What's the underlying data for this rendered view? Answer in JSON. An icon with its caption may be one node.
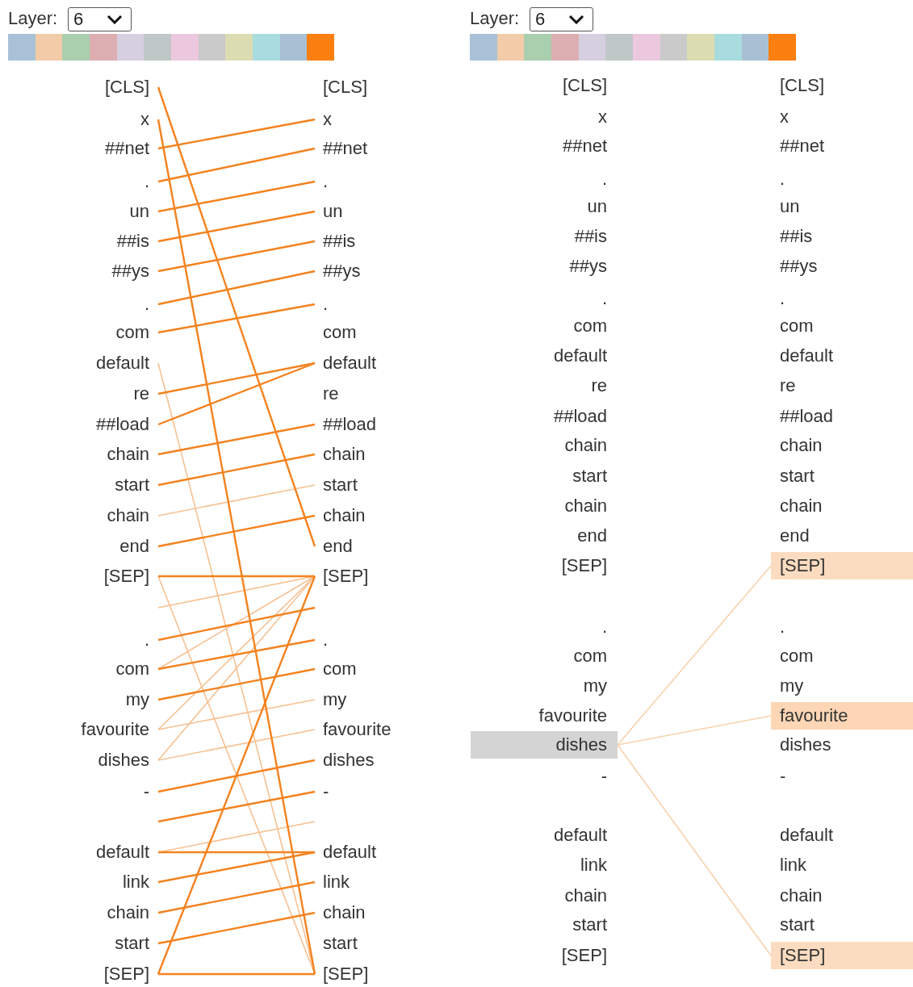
{
  "diagram": {
    "nodes": [
      {
        "text": [
          "[CLS]"
        ]
      },
      {
        "text": [
          "x"
        ]
      },
      {
        "text": [
          "##net"
        ]
      },
      {
        "text": [
          "."
        ]
      },
      {
        "text": [
          "un"
        ]
      },
      {
        "text": [
          "##is"
        ]
      },
      {
        "text": [
          "##ys"
        ]
      },
      {
        "text": [
          "."
        ]
      },
      {
        "text": [
          "com"
        ]
      },
      {
        "text": [
          "default"
        ]
      },
      {
        "text": [
          "re"
        ]
      },
      {
        "text": [
          "##load"
        ]
      },
      {
        "text": [
          "chain"
        ]
      },
      {
        "text": [
          "start"
        ]
      },
      {
        "text": [
          "chain"
        ]
      },
      {
        "text": [
          "end"
        ]
      },
      {
        "text": [
          "[SEP]"
        ]
      },
      {
        "text": [
          "."
        ]
      },
      {
        "text": [
          "com"
        ]
      },
      {
        "text": [
          "my"
        ]
      },
      {
        "text": [
          "favourite"
        ]
      },
      {
        "text": [
          "dishes"
        ]
      },
      {
        "text": [
          "-"
        ]
      },
      {
        "text": [
          "default"
        ]
      },
      {
        "text": [
          "link"
        ]
      },
      {
        "text": [
          "chain"
        ]
      },
      {
        "text": [
          "start"
        ]
      },
      {
        "text": [
          "[SEP]"
        ]
      },
      {
        "text": [
          "[CLS]"
        ]
      },
      {
        "text": [
          "x"
        ]
      },
      {
        "text": [
          "##net"
        ]
      },
      {
        "text": [
          "."
        ]
      },
      {
        "text": [
          "un"
        ]
      },
      {
        "text": [
          "##is"
        ]
      },
      {
        "text": [
          "##ys"
        ]
      },
      {
        "text": [
          "."
        ]
      },
      {
        "text": [
          "com"
        ]
      },
      {
        "text": [
          "default"
        ]
      },
      {
        "text": [
          "re"
        ]
      },
      {
        "text": [
          "##load"
        ]
      },
      {
        "text": [
          "chain"
        ]
      },
      {
        "text": [
          "start"
        ]
      },
      {
        "text": [
          "chain"
        ]
      },
      {
        "text": [
          "end"
        ]
      },
      {
        "text": [
          "[SEP]"
        ]
      },
      {
        "text": [
          "."
        ]
      },
      {
        "text": [
          "com"
        ]
      },
      {
        "text": [
          "my"
        ]
      },
      {
        "text": [
          "favourite"
        ]
      },
      {
        "text": [
          "dishes"
        ]
      },
      {
        "text": [
          "-"
        ]
      },
      {
        "text": [
          "default"
        ]
      },
      {
        "text": [
          "link"
        ]
      },
      {
        "text": [
          "chain"
        ]
      },
      {
        "text": [
          "start"
        ]
      },
      {
        "text": [
          "[SEP]"
        ]
      },
      {
        "text": [
          "[CLS]"
        ]
      },
      {
        "text": [
          "x"
        ]
      },
      {
        "text": [
          "##net"
        ]
      },
      {
        "text": [
          "."
        ]
      },
      {
        "text": [
          "un"
        ]
      },
      {
        "text": [
          "##is"
        ]
      },
      {
        "text": [
          "##ys"
        ]
      },
      {
        "text": [
          "."
        ]
      },
      {
        "text": [
          "com"
        ]
      },
      {
        "text": [
          "default"
        ]
      },
      {
        "text": [
          "re"
        ]
      },
      {
        "text": [
          "##load"
        ]
      },
      {
        "text": [
          "chain"
        ]
      },
      {
        "text": [
          "start"
        ]
      },
      {
        "text": [
          "chain"
        ]
      },
      {
        "text": [
          "end"
        ]
      },
      {
        "text": [
          "[SEP]"
        ]
      },
      {
        "text": [
          "."
        ]
      },
      {
        "text": [
          "com"
        ]
      },
      {
        "text": [
          "my"
        ]
      },
      {
        "text": [
          "favourite"
        ]
      },
      {
        "text": [
          "dishes"
        ]
      },
      {
        "text": [
          "-"
        ]
      },
      {
        "text": [
          "default"
        ]
      },
      {
        "text": [
          "link"
        ]
      },
      {
        "text": [
          "chain"
        ]
      },
      {
        "text": [
          "start"
        ]
      },
      {
        "text": [
          "[SEP]"
        ]
      },
      {
        "text": [
          "[CLS]"
        ]
      },
      {
        "text": [
          "x"
        ]
      },
      {
        "text": [
          "##net"
        ]
      },
      {
        "text": [
          "."
        ]
      },
      {
        "text": [
          "un"
        ]
      },
      {
        "text": [
          "##is"
        ]
      },
      {
        "text": [
          "##ys"
        ]
      },
      {
        "text": [
          "."
        ]
      },
      {
        "text": [
          "com"
        ]
      },
      {
        "text": [
          "default"
        ]
      },
      {
        "text": [
          "re"
        ]
      },
      {
        "text": [
          "##load"
        ]
      },
      {
        "text": [
          "chain"
        ]
      },
      {
        "text": [
          "start"
        ]
      },
      {
        "text": [
          "chain"
        ]
      },
      {
        "text": [
          "end"
        ]
      },
      {
        "text": [
          "[SEP]"
        ]
      },
      {
        "text": [
          "."
        ]
      },
      {
        "text": [
          "com"
        ]
      },
      {
        "text": [
          "my"
        ]
      },
      {
        "text": [
          "favourite"
        ]
      },
      {
        "text": [
          "dishes"
        ]
      },
      {
        "text": [
          "-"
        ]
      },
      {
        "text": [
          "default"
        ]
      },
      {
        "text": [
          "link"
        ]
      },
      {
        "text": [
          "chain"
        ]
      },
      {
        "text": [
          "start"
        ]
      },
      {
        "text": [
          "[SEP]"
        ]
      }
    ],
    "edges": [
      {
        "from": 0,
        "to": 43,
        "arrow": "none"
      },
      {
        "from": 1,
        "to": 55,
        "arrow": "none"
      },
      {
        "from": 2,
        "to": 29,
        "arrow": "none"
      },
      {
        "from": 3,
        "to": 30,
        "arrow": "none"
      },
      {
        "from": 4,
        "to": 31,
        "arrow": "none"
      },
      {
        "from": 5,
        "to": 32,
        "arrow": "none"
      },
      {
        "from": 6,
        "to": 33,
        "arrow": "none"
      },
      {
        "from": 7,
        "to": 34,
        "arrow": "none"
      },
      {
        "from": 8,
        "to": 35,
        "arrow": "none"
      },
      {
        "from": 10,
        "to": 37,
        "arrow": "none"
      },
      {
        "from": 11,
        "to": 37,
        "arrow": "none"
      },
      {
        "from": 12,
        "to": 39,
        "arrow": "none"
      },
      {
        "from": 13,
        "to": 40,
        "arrow": "none"
      },
      {
        "from": 14,
        "to": 41,
        "arrow": "none",
        "color": "#f6c193"
      },
      {
        "from": 15,
        "to": 42,
        "arrow": "none"
      },
      {
        "from": 16,
        "to": 44,
        "arrow": "none"
      },
      {
        "from": null,
        "to": 44,
        "arrow": "none",
        "color": "#f6c193"
      },
      {
        "from": 17,
        "to": null,
        "arrow": "none"
      },
      {
        "from": 18,
        "to": 45,
        "arrow": "none"
      },
      {
        "from": 19,
        "to": 46,
        "arrow": "none"
      },
      {
        "from": 20,
        "to": 47,
        "arrow": "none",
        "color": "#f6c193"
      },
      {
        "from": 21,
        "to": 48,
        "arrow": "none",
        "color": "#f6c193"
      },
      {
        "from": 22,
        "to": 49,
        "arrow": "none"
      },
      {
        "from": null,
        "to": 50,
        "arrow": "none"
      },
      {
        "from": 23,
        "to": null,
        "arrow": "none",
        "color": "#f6c193"
      },
      {
        "from": 23,
        "to": 51,
        "arrow": "none"
      },
      {
        "from": 24,
        "to": 51,
        "arrow": "none"
      },
      {
        "from": 25,
        "to": 52,
        "arrow": "none"
      },
      {
        "from": 26,
        "to": 53,
        "arrow": "none"
      },
      {
        "from": 27,
        "to": 55,
        "arrow": "none"
      },
      {
        "from": 27,
        "to": 44,
        "arrow": "none"
      },
      {
        "from": 9,
        "to": 55,
        "arrow": "none",
        "color": "#f6c193"
      },
      {
        "from": 16,
        "to": 55,
        "arrow": "none",
        "color": "#f6c193"
      },
      {
        "from": 18,
        "to": 44,
        "arrow": "none",
        "color": "#f6c193"
      },
      {
        "from": 20,
        "to": 44,
        "arrow": "none",
        "color": "#f6c193"
      },
      {
        "from": 21,
        "to": 44,
        "arrow": "none",
        "color": "#f6c193"
      },
      {
        "from": 77,
        "to": 100,
        "arrow": "none",
        "color": "#f8d2ad"
      },
      {
        "from": 77,
        "to": 104,
        "arrow": "none",
        "color": "#f8d2ad"
      },
      {
        "from": 77,
        "to": 111,
        "arrow": "none",
        "color": "#f8d2ad"
      }
    ],
    "labels": [
      "Layer:",
      "6",
      "Layer:",
      "6"
    ]
  }
}
